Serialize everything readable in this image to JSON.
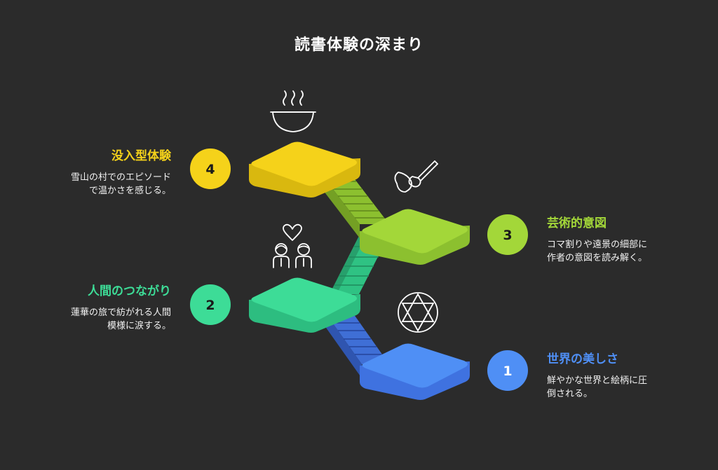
{
  "title": "読書体験の深まり",
  "steps": [
    {
      "number": "1",
      "heading": "世界の美しさ",
      "desc_line1": "鮮やかな世界と絵柄に圧",
      "desc_line2": "倒される。",
      "color": "#4f8ff5",
      "icon": "star-of-david-icon"
    },
    {
      "number": "2",
      "heading": "人間のつながり",
      "desc_line1": "蓮華の旅で紡がれる人間",
      "desc_line2": "模様に涙する。",
      "color": "#3ddc97",
      "icon": "couple-heart-icon"
    },
    {
      "number": "3",
      "heading": "芸術的意図",
      "desc_line1": "コマ割りや遠景の細部に",
      "desc_line2": "作者の意図を読み解く。",
      "color": "#a3d739",
      "icon": "paintbrush-icon"
    },
    {
      "number": "4",
      "heading": "没入型体験",
      "desc_line1": "雪山の村でのエピソード",
      "desc_line2": "で温かさを感じる。",
      "color": "#f5d21a",
      "icon": "steaming-bowl-icon"
    }
  ]
}
